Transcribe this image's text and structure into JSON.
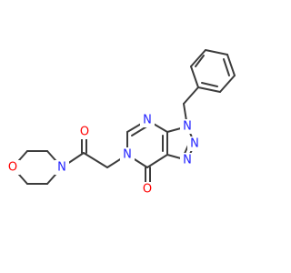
{
  "colors": {
    "bond": "#3c3c3c",
    "nitrogen": "#1f1fff",
    "oxygen": "#ff0000",
    "background": "#ffffff"
  },
  "atoms": {
    "morpholine_oxygen": "O",
    "morpholine_nitrogen": "N",
    "carbonyl_oxygen_amide": "O",
    "pyrimidine_n6": "N",
    "pyrimidine_n4": "N",
    "triazole_n3": "N",
    "triazole_n2": "N",
    "triazole_n1": "N",
    "carbonyl_oxygen_ring": "O"
  }
}
